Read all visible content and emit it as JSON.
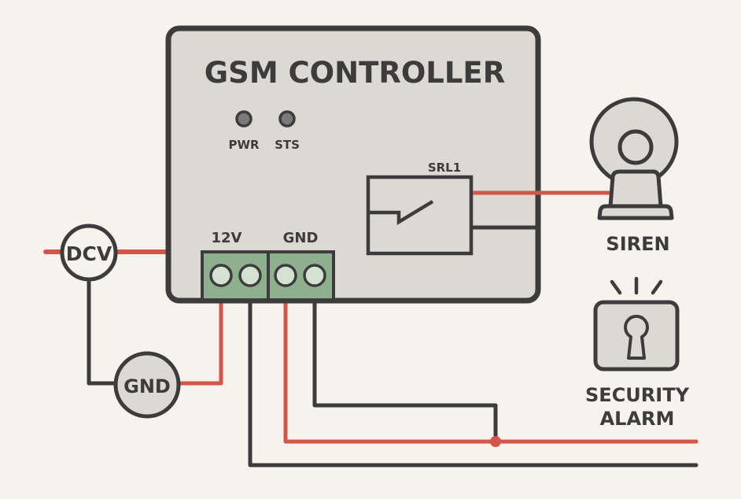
{
  "diagram": {
    "title": "GSM CONTROLLER",
    "colors": {
      "background": "#f6f2ed",
      "panel": "#dcd8d3",
      "outline": "#3c3c3c",
      "wire_positive": "#d4554a",
      "wire_negative": "#3c3c3c",
      "terminal": "#8fb08f",
      "terminal_hole": "#d4e2d2",
      "led": "#7a7a7a"
    },
    "indicators": [
      {
        "id": "pwr",
        "label": "PWR"
      },
      {
        "id": "sts",
        "label": "STS"
      }
    ],
    "relay": {
      "label": "SRL1",
      "icon": "switch-icon"
    },
    "terminals": [
      {
        "id": "12v",
        "label": "12V",
        "pins": 2
      },
      {
        "id": "gnd",
        "label": "GND",
        "pins": 2
      }
    ],
    "power_source": {
      "label": "DCV",
      "icon": "dc-voltage-icon"
    },
    "ground": {
      "label": "GND",
      "icon": "ground-icon"
    },
    "devices": [
      {
        "id": "siren",
        "label": "SIREN",
        "icon": "siren-icon"
      },
      {
        "id": "alarm",
        "label_lines": [
          "SECURITY",
          "ALARM"
        ],
        "icon": "keyhole-alarm-icon"
      }
    ]
  }
}
